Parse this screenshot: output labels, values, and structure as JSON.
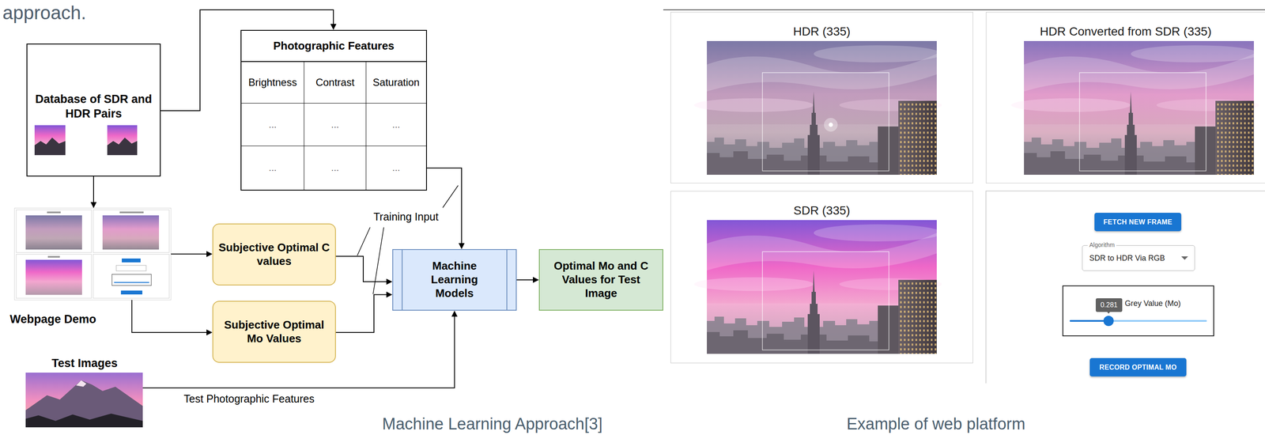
{
  "diagram": {
    "nodes": [
      {
        "text": [
          "Database of SDR and HDR Pairs"
        ]
      },
      {
        "text": [
          "Photographic Features",
          "Brightness",
          "Contrast",
          "Saturation",
          "...",
          "...",
          "...",
          "...",
          "...",
          "..."
        ]
      },
      {
        "text": [
          "Webpage Demo"
        ]
      },
      {
        "text": [
          "Subjective Optimal C values"
        ]
      },
      {
        "text": [
          "Subjective Optimal Mo Values"
        ]
      },
      {
        "text": [
          "Machine Learning Models"
        ]
      },
      {
        "text": [
          "Optimal Mo and C Values for Test Image"
        ]
      },
      {
        "text": [
          "Test Images"
        ]
      },
      {
        "text": [
          "HDR (335)"
        ]
      },
      {
        "text": [
          "HDR Converted from SDR (335)"
        ]
      },
      {
        "text": [
          "SDR (335)"
        ]
      },
      {
        "text": [
          "FETCH NEW FRAME"
        ]
      },
      {
        "text": [
          "Algorithm",
          "SDR to HDR Via RGB"
        ]
      },
      {
        "text": [
          "0.281",
          "Grey Value (Mo)"
        ]
      },
      {
        "text": [
          "RECORD OPTIMAL MO"
        ]
      }
    ],
    "edges": [
      {
        "from": 0,
        "to": 1,
        "arrow": "to"
      },
      {
        "from": 0,
        "to": 2,
        "arrow": "to"
      },
      {
        "from": 2,
        "to": 3,
        "arrow": "to"
      },
      {
        "from": 2,
        "to": 4,
        "arrow": "to"
      },
      {
        "from": 1,
        "to": 5,
        "arrow": "to"
      },
      {
        "from": 3,
        "to": 5,
        "arrow": "to"
      },
      {
        "from": 4,
        "to": 5,
        "arrow": "to"
      },
      {
        "from": 7,
        "to": 5,
        "label": "Test Photographic Features",
        "arrow": "to"
      },
      {
        "from": 5,
        "to": 6,
        "arrow": "to"
      }
    ],
    "labels": [
      "approach.",
      "Training Input",
      "Machine Learning Approach[3]",
      "Example of web platform"
    ]
  }
}
